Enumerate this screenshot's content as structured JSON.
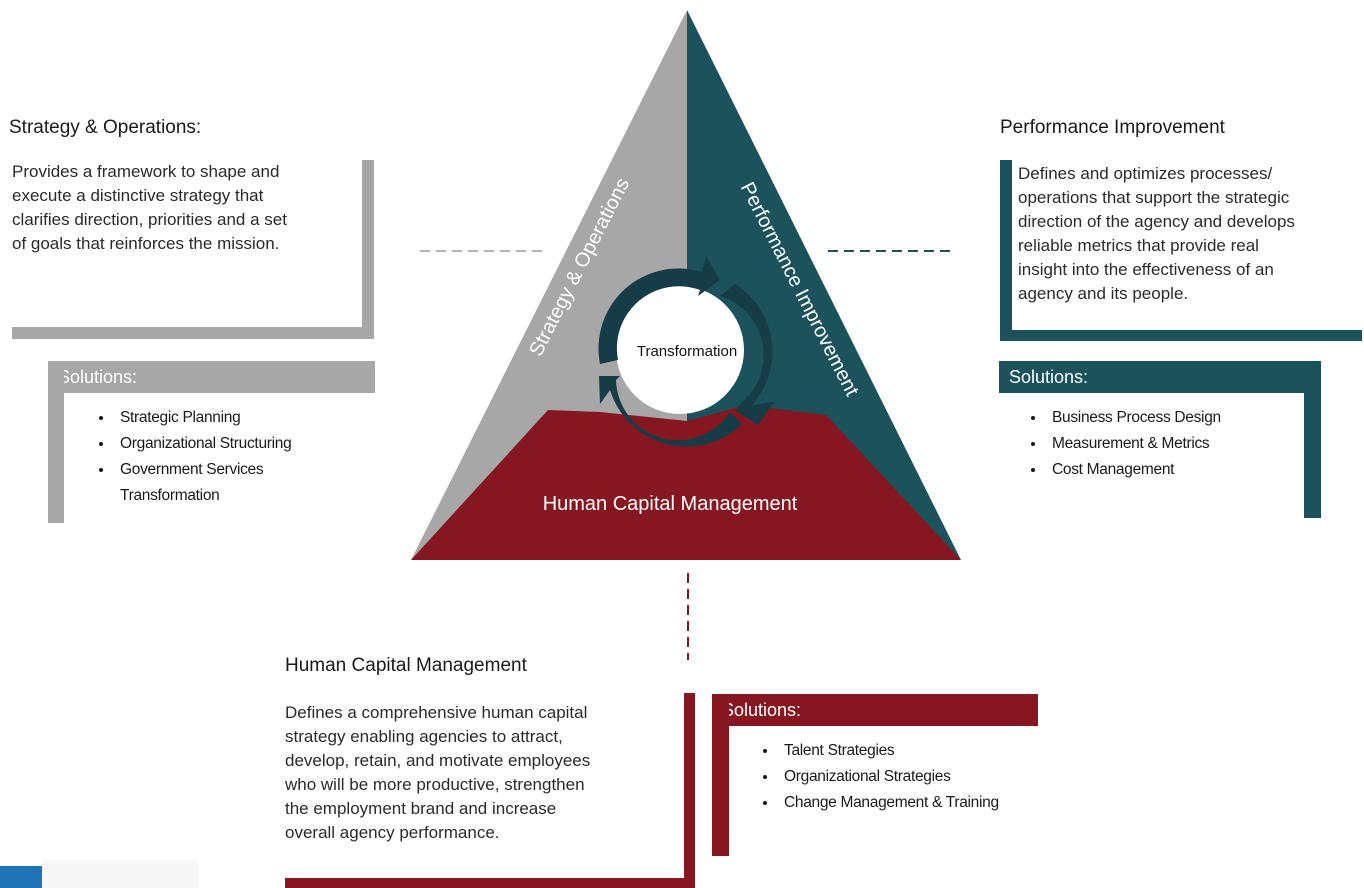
{
  "colors": {
    "strategy": "#a7a7a7",
    "performance": "#1b525c",
    "human_capital": "#861620",
    "arrow": "#163c47"
  },
  "diagram": {
    "center_label": "Transformation",
    "side_left": "Strategy & Operations",
    "side_right": "Performance Improvement",
    "base_label": "Human Capital Management"
  },
  "strategy": {
    "heading": "Strategy & Operations:",
    "description": [
      "Provides a framework to shape and",
      "execute a distinctive strategy that",
      "clarifies direction, priorities and a set",
      "of goals that reinforces the mission."
    ],
    "solutions_label": "Solutions:",
    "solutions": [
      "Strategic Planning",
      "Organizational Structuring",
      "Government Services Transformation"
    ]
  },
  "performance": {
    "heading": "Performance Improvement",
    "description": [
      "Defines and optimizes  processes/",
      "operations that support the strategic",
      "direction of the agency and develops",
      "reliable metrics that provide real",
      "insight into the effectiveness of an",
      "agency and its people."
    ],
    "solutions_label": "Solutions:",
    "solutions": [
      "Business Process Design",
      "Measurement & Metrics",
      "Cost Management"
    ]
  },
  "human_capital": {
    "heading": "Human Capital Management",
    "description": [
      "Defines a comprehensive human capital",
      "strategy enabling agencies to attract,",
      "develop, retain, and motivate employees",
      "who will be more productive, strengthen",
      "the employment brand and increase",
      "overall agency performance."
    ],
    "solutions_label": "Solutions:",
    "solutions": [
      "Talent Strategies",
      "Organizational Strategies",
      "Change Management & Training"
    ]
  }
}
